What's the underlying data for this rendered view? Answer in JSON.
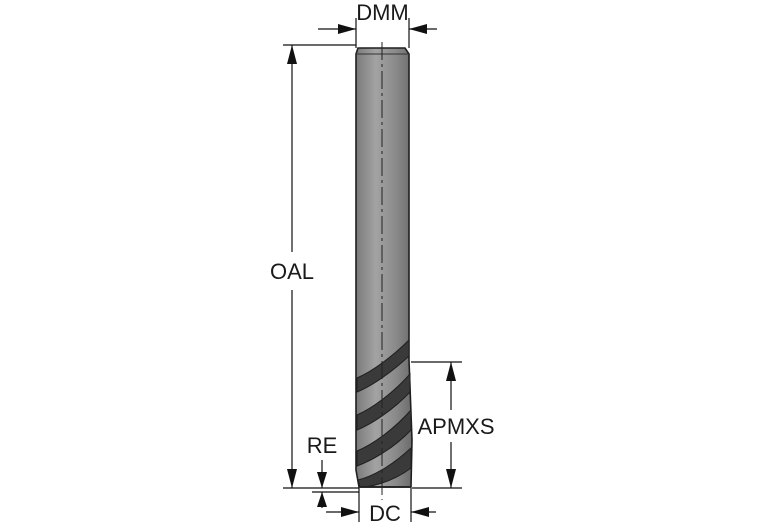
{
  "labels": {
    "dmm": "DMM",
    "oal": "OAL",
    "apmxs": "APMXS",
    "re": "RE",
    "dc": "DC"
  },
  "colors": {
    "tool_body": "#8e8e8e",
    "tool_outline": "#1f1f1f",
    "flute_dark": "#3a3a3a",
    "dimension_lines": "#111111",
    "background": "#ffffff"
  }
}
